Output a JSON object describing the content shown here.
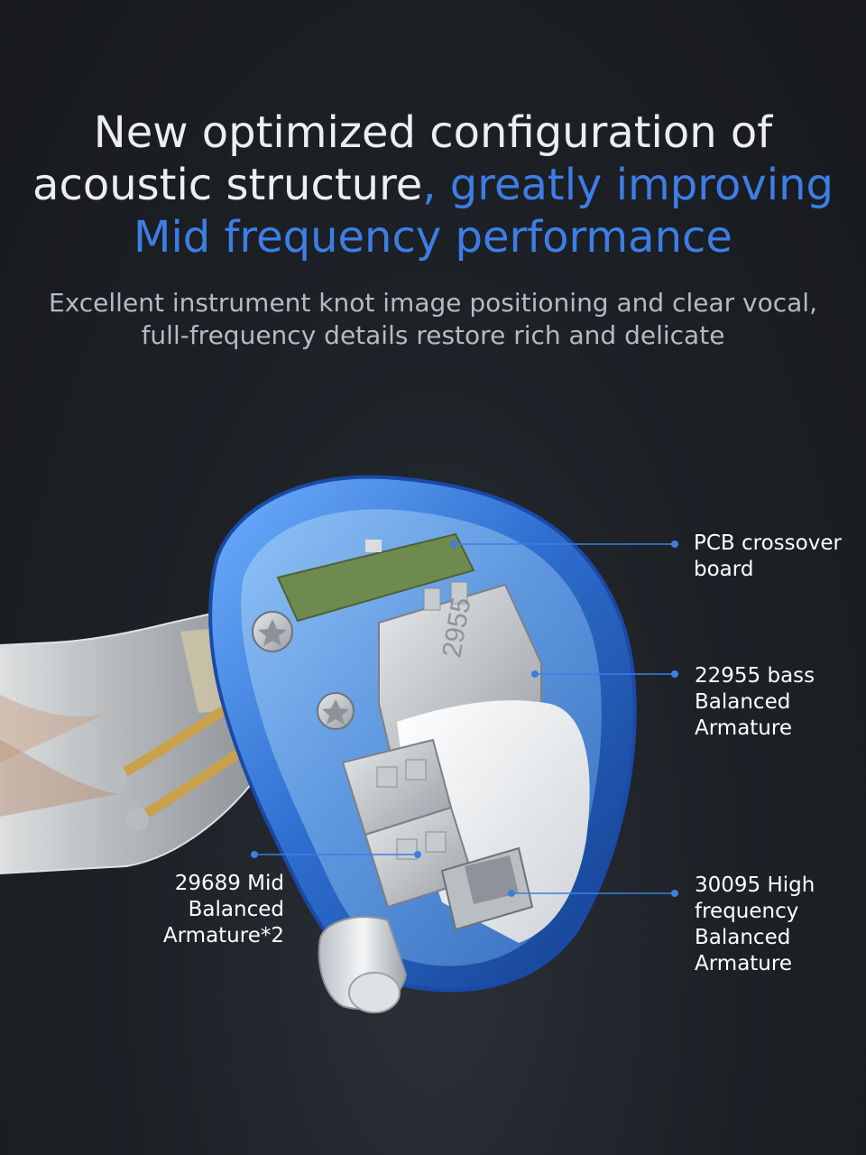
{
  "headline": {
    "line1": "New optimized configuration of",
    "line2_plain": "acoustic structure",
    "line2_accent": ", greatly improving",
    "line3_accent": "Mid frequency performance",
    "accent_color": "#3d7ee6"
  },
  "subheadline": {
    "line1": "Excellent instrument knot image positioning and clear vocal,",
    "line2": "full-frequency details restore rich and delicate"
  },
  "callouts": {
    "pcb": {
      "line1": "PCB crossover",
      "line2": "board"
    },
    "bass": {
      "line1": "22955 bass",
      "line2": "Balanced",
      "line3": "Armature"
    },
    "mid": {
      "line1": "29689 Mid",
      "line2": "Balanced",
      "line3": "Armature*2"
    },
    "high": {
      "line1": "30095 High",
      "line2": "frequency",
      "line3": "Balanced",
      "line4": "Armature"
    }
  },
  "driver_marking": "2955",
  "colors": {
    "shell_blue": "#2f6fd0",
    "callout_line": "#3d7ee6",
    "pcb_green": "#7f9a5a"
  }
}
